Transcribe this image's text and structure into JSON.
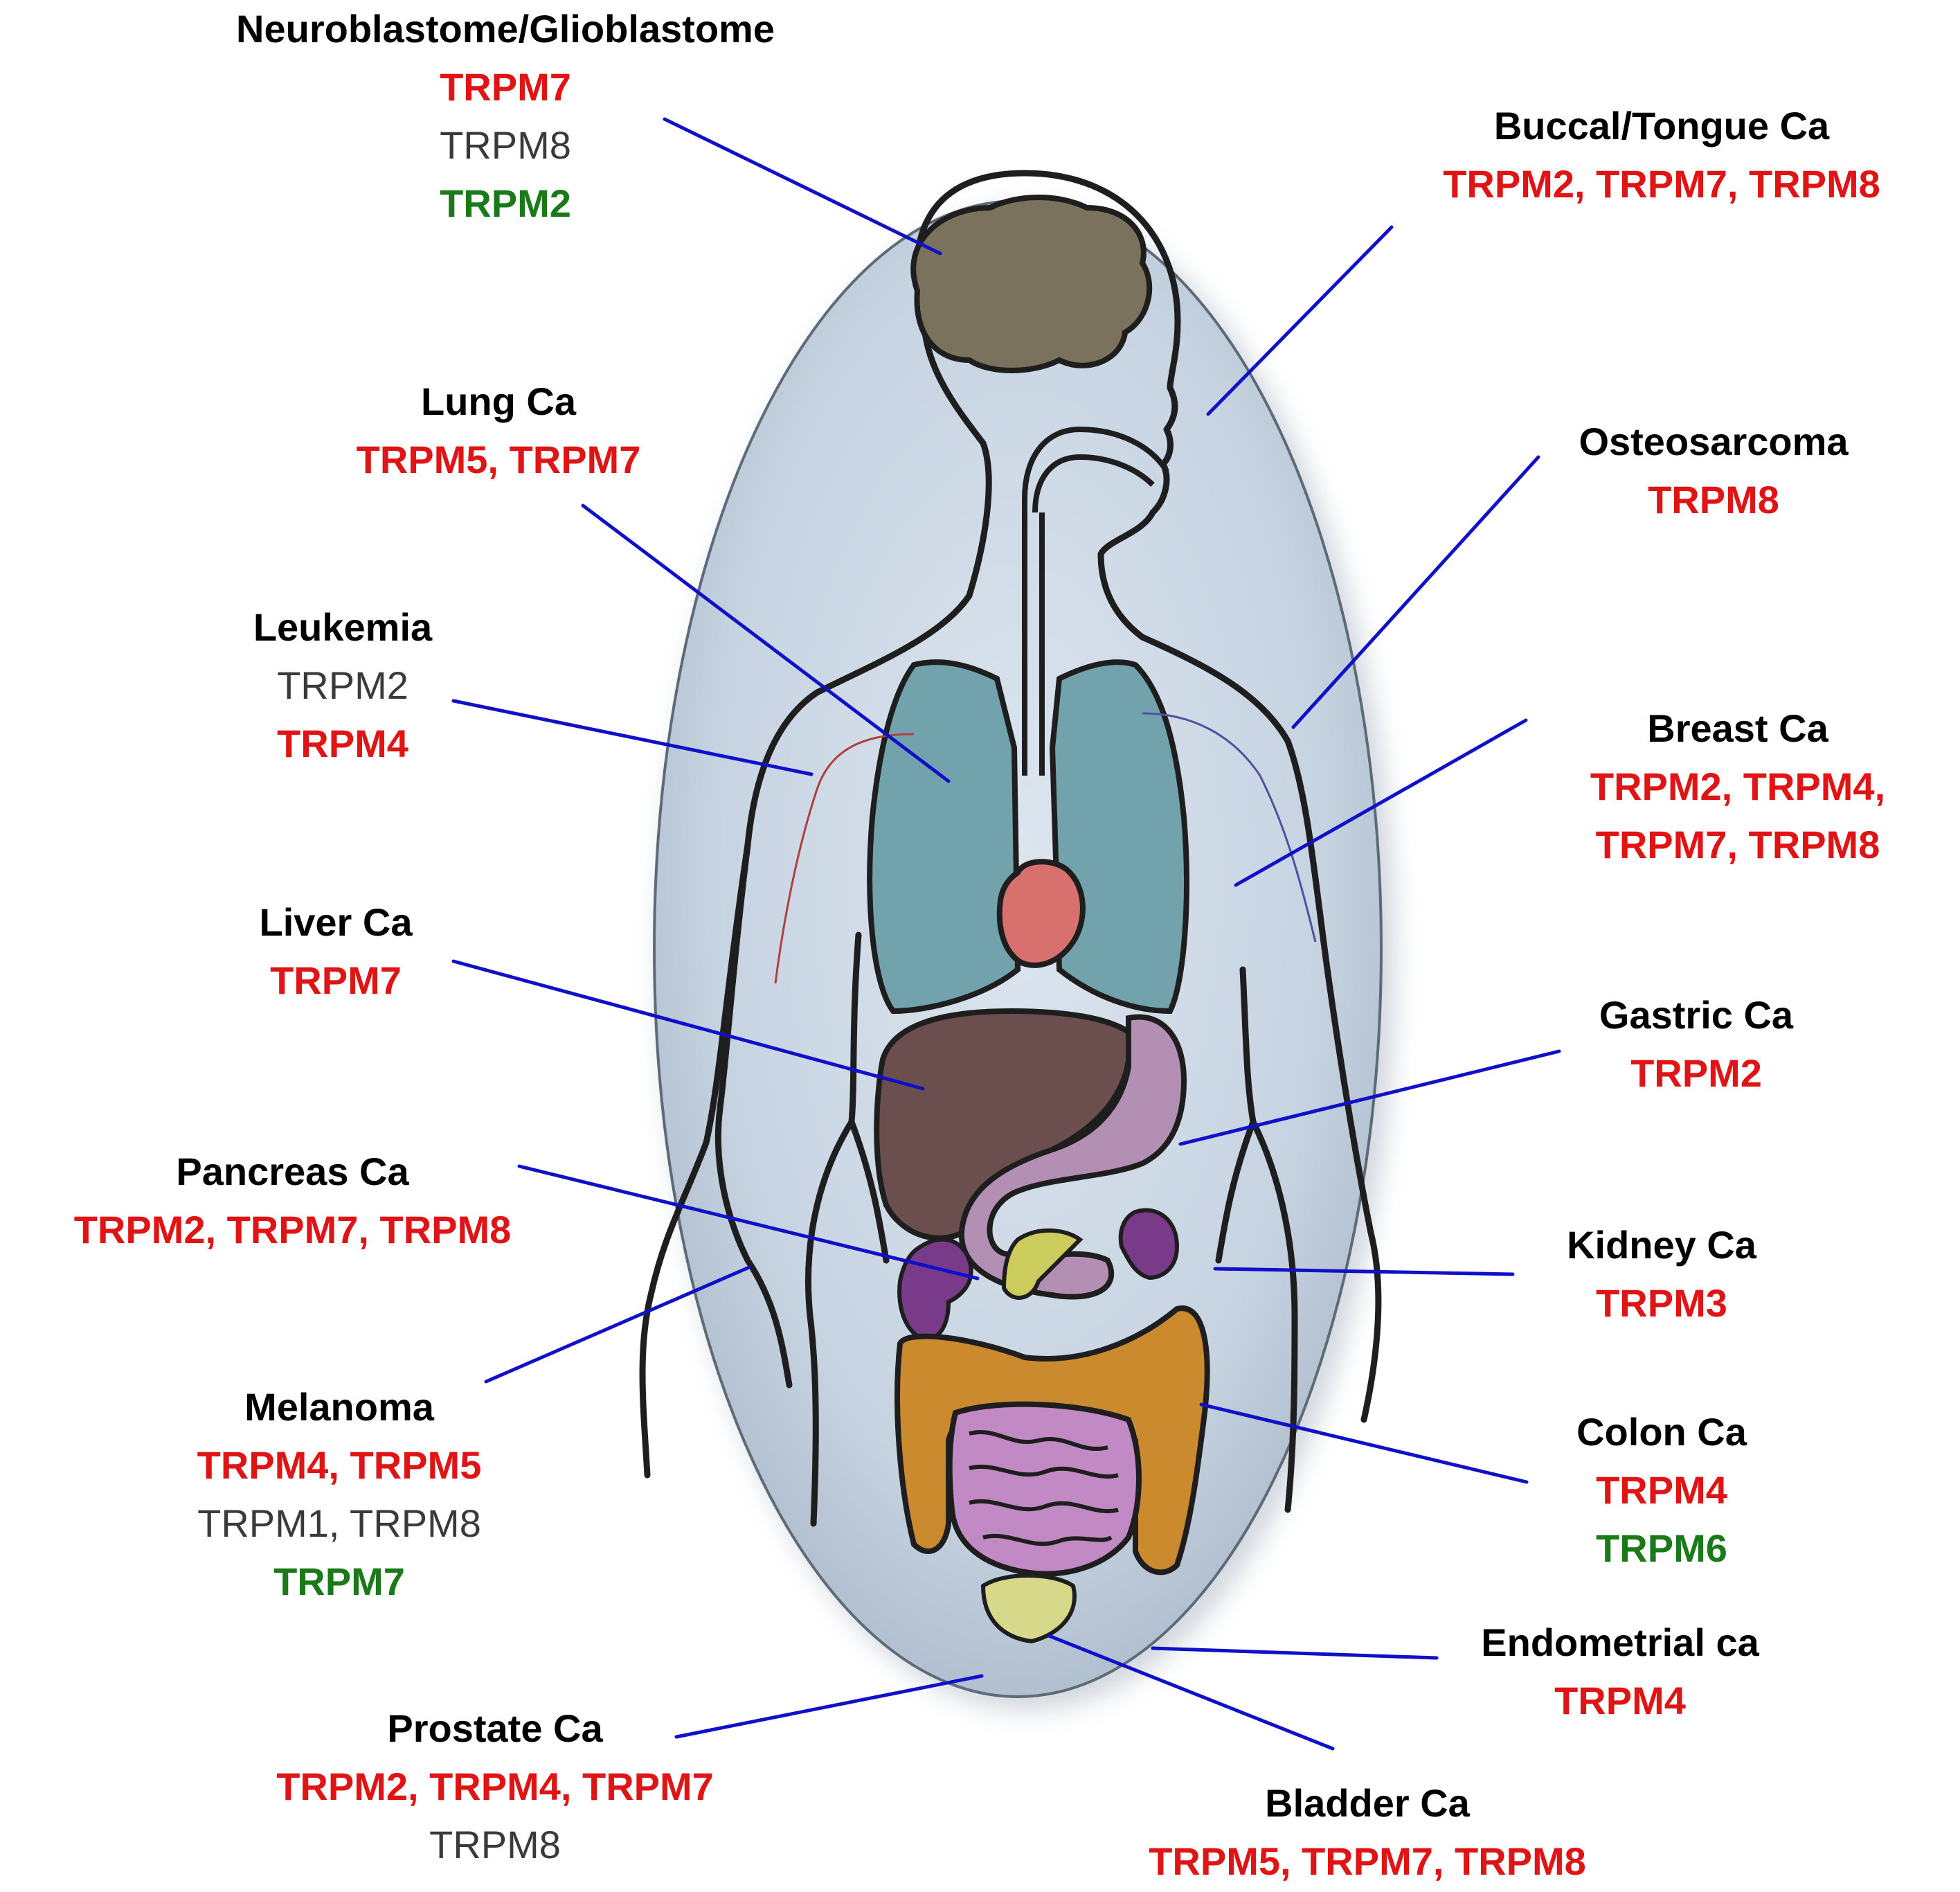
{
  "colors": {
    "upregulated": "#e01414",
    "mixed": "#3a3a3a",
    "downregulated": "#1a7a1a",
    "leader_line": "#1010c8",
    "body_fill": "#c9d5e2",
    "body_outline": "#1e1e1e"
  },
  "labels": {
    "neuro": {
      "name": "Neuroblastome/Glioblastome",
      "lines": [
        "TRPM7",
        "TRPM8",
        "TRPM2"
      ]
    },
    "buccal": {
      "name": "Buccal/Tongue Ca",
      "lines": [
        "TRPM2, TRPM7, TRPM8"
      ]
    },
    "lung": {
      "name": "Lung Ca",
      "lines": [
        "TRPM5, TRPM7"
      ]
    },
    "osteo": {
      "name": "Osteosarcoma",
      "lines": [
        "TRPM8"
      ]
    },
    "leukemia": {
      "name": "Leukemia",
      "lines": [
        "TRPM2",
        "TRPM4"
      ]
    },
    "breast": {
      "name": "Breast Ca",
      "lines": [
        "TRPM2, TRPM4,",
        "TRPM7, TRPM8"
      ]
    },
    "liver": {
      "name": "Liver Ca",
      "lines": [
        "TRPM7"
      ]
    },
    "gastric": {
      "name": "Gastric Ca",
      "lines": [
        "TRPM2"
      ]
    },
    "pancreas": {
      "name": "Pancreas Ca",
      "lines": [
        "TRPM2, TRPM7, TRPM8"
      ]
    },
    "kidney": {
      "name": "Kidney Ca",
      "lines": [
        "TRPM3"
      ]
    },
    "melanoma": {
      "name": "Melanoma",
      "lines": [
        "TRPM4, TRPM5",
        "TRPM1, TRPM8",
        "TRPM7"
      ]
    },
    "colon": {
      "name": "Colon Ca",
      "lines": [
        "TRPM4",
        "TRPM6"
      ]
    },
    "endometrial": {
      "name": "Endometrial ca",
      "lines": [
        "TRPM4"
      ]
    },
    "prostate": {
      "name": "Prostate Ca",
      "lines": [
        "TRPM2, TRPM4, TRPM7",
        "TRPM8"
      ]
    },
    "bladder": {
      "name": "Bladder Ca",
      "lines": [
        "TRPM5, TRPM7, TRPM8"
      ]
    }
  }
}
